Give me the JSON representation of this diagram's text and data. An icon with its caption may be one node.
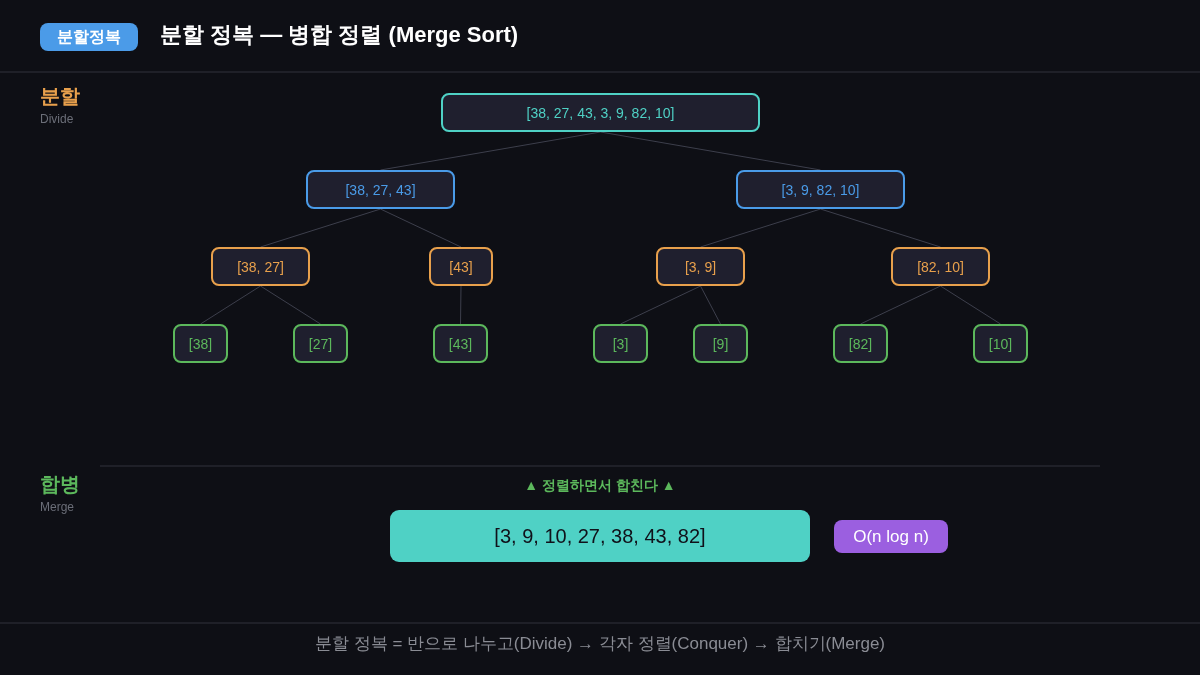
{
  "diagram": {
    "title": "분할 정복 — 병합 정렬 (Merge Sort)",
    "caption": "분할 정복 = 반으로 나누고(Divide) → 각자 정렬(Conquer) → 합치기(Merge)",
    "nodes": [
      {
        "text": [
          "분할정복"
        ]
      },
      {
        "text": [
          "[38, 27, 43, 3, 9, 82, 10]"
        ]
      },
      {
        "text": [
          "[38, 27, 43]"
        ]
      },
      {
        "text": [
          "[3, 9, 82, 10]"
        ]
      },
      {
        "text": [
          "[38, 27]"
        ]
      },
      {
        "text": [
          "[43]"
        ]
      },
      {
        "text": [
          "[3, 9]"
        ]
      },
      {
        "text": [
          "[82, 10]"
        ]
      },
      {
        "text": [
          "[38]"
        ]
      },
      {
        "text": [
          "[27]"
        ]
      },
      {
        "text": [
          "[43]"
        ]
      },
      {
        "text": [
          "[3]"
        ]
      },
      {
        "text": [
          "[9]"
        ]
      },
      {
        "text": [
          "[82]"
        ]
      },
      {
        "text": [
          "[10]"
        ]
      },
      {
        "text": [
          "[3, 9, 10, 27, 38, 43, 82]"
        ]
      },
      {
        "text": [
          "O(n log n)"
        ]
      }
    ],
    "edges": [
      {
        "from": 1,
        "to": 2,
        "arrow": "none"
      },
      {
        "from": 1,
        "to": 3,
        "arrow": "none"
      },
      {
        "from": 2,
        "to": 4,
        "arrow": "none"
      },
      {
        "from": 2,
        "to": 5,
        "arrow": "none"
      },
      {
        "from": 3,
        "to": 6,
        "arrow": "none"
      },
      {
        "from": 3,
        "to": 7,
        "arrow": "none"
      },
      {
        "from": 4,
        "to": 8,
        "arrow": "none"
      },
      {
        "from": 4,
        "to": 9,
        "arrow": "none"
      },
      {
        "from": 5,
        "to": 10,
        "arrow": "none"
      },
      {
        "from": 6,
        "to": 11,
        "arrow": "none"
      },
      {
        "from": 6,
        "to": 12,
        "arrow": "none"
      },
      {
        "from": 7,
        "to": 13,
        "arrow": "none"
      },
      {
        "from": 7,
        "to": 14,
        "arrow": "none"
      }
    ],
    "labels": [
      "분할",
      "Divide",
      "합병",
      "Merge",
      "▲ 정렬하면서 합친다 ▲"
    ]
  }
}
